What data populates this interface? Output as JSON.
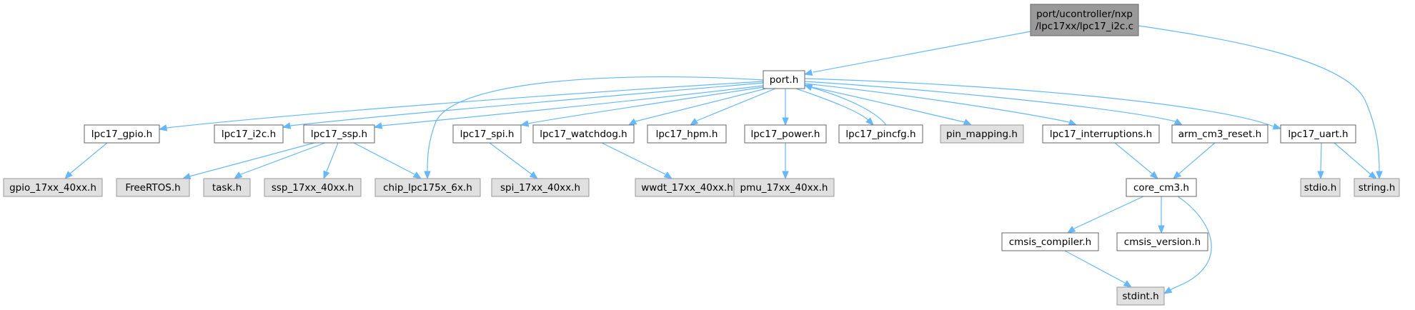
{
  "colors": {
    "edge": "#63b8ff",
    "main_node_fill": "#999999",
    "documented_node_fill": "#ffffff",
    "external_node_fill": "#e0e0e0"
  },
  "nodes": [
    {
      "id": "lpc17_i2c_c",
      "kind": "main",
      "lines": [
        "port/ucontroller/nxp",
        "/lpc17xx/lpc17_i2c.c"
      ]
    },
    {
      "id": "port_h",
      "kind": "doc",
      "lines": [
        "port.h"
      ]
    },
    {
      "id": "lpc17_gpio_h",
      "kind": "doc",
      "lines": [
        "lpc17_gpio.h"
      ]
    },
    {
      "id": "lpc17_i2c_h",
      "kind": "doc",
      "lines": [
        "lpc17_i2c.h"
      ]
    },
    {
      "id": "lpc17_ssp_h",
      "kind": "doc",
      "lines": [
        "lpc17_ssp.h"
      ]
    },
    {
      "id": "lpc17_spi_h",
      "kind": "doc",
      "lines": [
        "lpc17_spi.h"
      ]
    },
    {
      "id": "lpc17_watchdog_h",
      "kind": "doc",
      "lines": [
        "lpc17_watchdog.h"
      ]
    },
    {
      "id": "lpc17_hpm_h",
      "kind": "doc",
      "lines": [
        "lpc17_hpm.h"
      ]
    },
    {
      "id": "lpc17_power_h",
      "kind": "doc",
      "lines": [
        "lpc17_power.h"
      ]
    },
    {
      "id": "lpc17_pincfg_h",
      "kind": "doc",
      "lines": [
        "lpc17_pincfg.h"
      ]
    },
    {
      "id": "pin_mapping_h",
      "kind": "ext",
      "lines": [
        "pin_mapping.h"
      ]
    },
    {
      "id": "lpc17_interruptions_h",
      "kind": "doc",
      "lines": [
        "lpc17_interruptions.h"
      ]
    },
    {
      "id": "arm_cm3_reset_h",
      "kind": "doc",
      "lines": [
        "arm_cm3_reset.h"
      ]
    },
    {
      "id": "lpc17_uart_h",
      "kind": "doc",
      "lines": [
        "lpc17_uart.h"
      ]
    },
    {
      "id": "string_h",
      "kind": "ext",
      "lines": [
        "string.h"
      ]
    },
    {
      "id": "gpio_17xx_40xx_h",
      "kind": "ext",
      "lines": [
        "gpio_17xx_40xx.h"
      ]
    },
    {
      "id": "freertos_h",
      "kind": "ext",
      "lines": [
        "FreeRTOS.h"
      ]
    },
    {
      "id": "task_h",
      "kind": "ext",
      "lines": [
        "task.h"
      ]
    },
    {
      "id": "ssp_17xx_40xx_h",
      "kind": "ext",
      "lines": [
        "ssp_17xx_40xx.h"
      ]
    },
    {
      "id": "chip_lpc175x_6x_h",
      "kind": "ext",
      "lines": [
        "chip_lpc175x_6x.h"
      ]
    },
    {
      "id": "spi_17xx_40xx_h",
      "kind": "ext",
      "lines": [
        "spi_17xx_40xx.h"
      ]
    },
    {
      "id": "wwdt_17xx_40xx_h",
      "kind": "ext",
      "lines": [
        "wwdt_17xx_40xx.h"
      ]
    },
    {
      "id": "pmu_17xx_40xx_h",
      "kind": "ext",
      "lines": [
        "pmu_17xx_40xx.h"
      ]
    },
    {
      "id": "core_cm3_h",
      "kind": "doc",
      "lines": [
        "core_cm3.h"
      ]
    },
    {
      "id": "stdio_h",
      "kind": "ext",
      "lines": [
        "stdio.h"
      ]
    },
    {
      "id": "cmsis_compiler_h",
      "kind": "doc",
      "lines": [
        "cmsis_compiler.h"
      ]
    },
    {
      "id": "cmsis_version_h",
      "kind": "doc",
      "lines": [
        "cmsis_version.h"
      ]
    },
    {
      "id": "stdint_h",
      "kind": "ext",
      "lines": [
        "stdint.h"
      ]
    }
  ],
  "edges": [
    [
      "lpc17_i2c_c",
      "port_h"
    ],
    [
      "lpc17_i2c_c",
      "string_h"
    ],
    [
      "port_h",
      "lpc17_gpio_h"
    ],
    [
      "port_h",
      "lpc17_i2c_h"
    ],
    [
      "port_h",
      "lpc17_ssp_h"
    ],
    [
      "port_h",
      "chip_lpc175x_6x_h"
    ],
    [
      "port_h",
      "lpc17_spi_h"
    ],
    [
      "port_h",
      "lpc17_watchdog_h"
    ],
    [
      "port_h",
      "lpc17_hpm_h"
    ],
    [
      "port_h",
      "lpc17_power_h"
    ],
    [
      "port_h",
      "lpc17_pincfg_h"
    ],
    [
      "port_h",
      "pin_mapping_h"
    ],
    [
      "port_h",
      "lpc17_interruptions_h"
    ],
    [
      "port_h",
      "arm_cm3_reset_h"
    ],
    [
      "port_h",
      "lpc17_uart_h"
    ],
    [
      "lpc17_pincfg_h",
      "port_h"
    ],
    [
      "lpc17_gpio_h",
      "gpio_17xx_40xx_h"
    ],
    [
      "lpc17_ssp_h",
      "freertos_h"
    ],
    [
      "lpc17_ssp_h",
      "task_h"
    ],
    [
      "lpc17_ssp_h",
      "ssp_17xx_40xx_h"
    ],
    [
      "lpc17_ssp_h",
      "chip_lpc175x_6x_h"
    ],
    [
      "lpc17_spi_h",
      "spi_17xx_40xx_h"
    ],
    [
      "lpc17_watchdog_h",
      "wwdt_17xx_40xx_h"
    ],
    [
      "lpc17_power_h",
      "pmu_17xx_40xx_h"
    ],
    [
      "lpc17_interruptions_h",
      "core_cm3_h"
    ],
    [
      "arm_cm3_reset_h",
      "core_cm3_h"
    ],
    [
      "lpc17_uart_h",
      "stdio_h"
    ],
    [
      "lpc17_uart_h",
      "string_h"
    ],
    [
      "core_cm3_h",
      "cmsis_compiler_h"
    ],
    [
      "core_cm3_h",
      "cmsis_version_h"
    ],
    [
      "core_cm3_h",
      "stdint_h"
    ],
    [
      "cmsis_compiler_h",
      "stdint_h"
    ]
  ]
}
